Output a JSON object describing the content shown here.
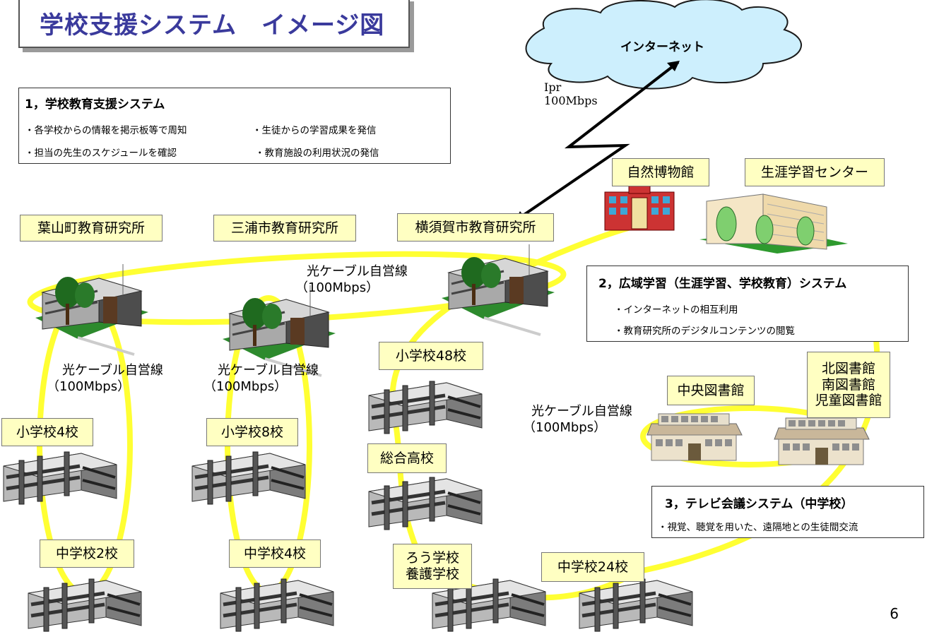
{
  "title": "学校支援システム　イメージ図",
  "internet": {
    "label": "インターネット",
    "link_lines": [
      "Ipr",
      "100Mbps"
    ]
  },
  "section1": {
    "heading": "1，学校教育支援システム",
    "items": [
      "・各学校からの情報を掲示板等で周知",
      "・生徒からの学習成果を発信",
      "・担当の先生のスケジュールを確認",
      "・教育施設の利用状況の発信"
    ]
  },
  "section2": {
    "heading": "2，広域学習（生涯学習、学校教育）システム",
    "items": [
      "・インターネットの相互利用",
      "・教育研究所のデジタルコンテンツの閲覧"
    ]
  },
  "section3": {
    "heading": "3，テレビ会議システム（中学校）",
    "items": [
      "・視覚、聴覚を用いた、遠隔地との生徒間交流"
    ]
  },
  "institutes": [
    "葉山町教育研究所",
    "三浦市教育研究所",
    "横須賀市教育研究所"
  ],
  "facilities": {
    "museum": "自然博物館",
    "lifelong": "生涯学習センター",
    "central_library": "中央図書館",
    "branch_libraries": [
      "北図書館",
      "南図書館",
      "児童図書館"
    ]
  },
  "schools": {
    "hayama_elem": "小学校4校",
    "hayama_jhs": "中学校2校",
    "miura_elem": "小学校8校",
    "miura_jhs": "中学校4校",
    "yoko_elem": "小学校48校",
    "yoko_high": "総合高校",
    "yoko_special": [
      "ろう学校",
      "養護学校"
    ],
    "yoko_jhs": "中学校24校"
  },
  "cable": {
    "label": "光ケーブル自営線",
    "speed": "（100Mbps）"
  },
  "page_number": "6",
  "colors": {
    "link": "#ffff33",
    "title": "#3a3a9c",
    "label_bg": "#ffffc2",
    "cloud": "#cdeffd"
  }
}
